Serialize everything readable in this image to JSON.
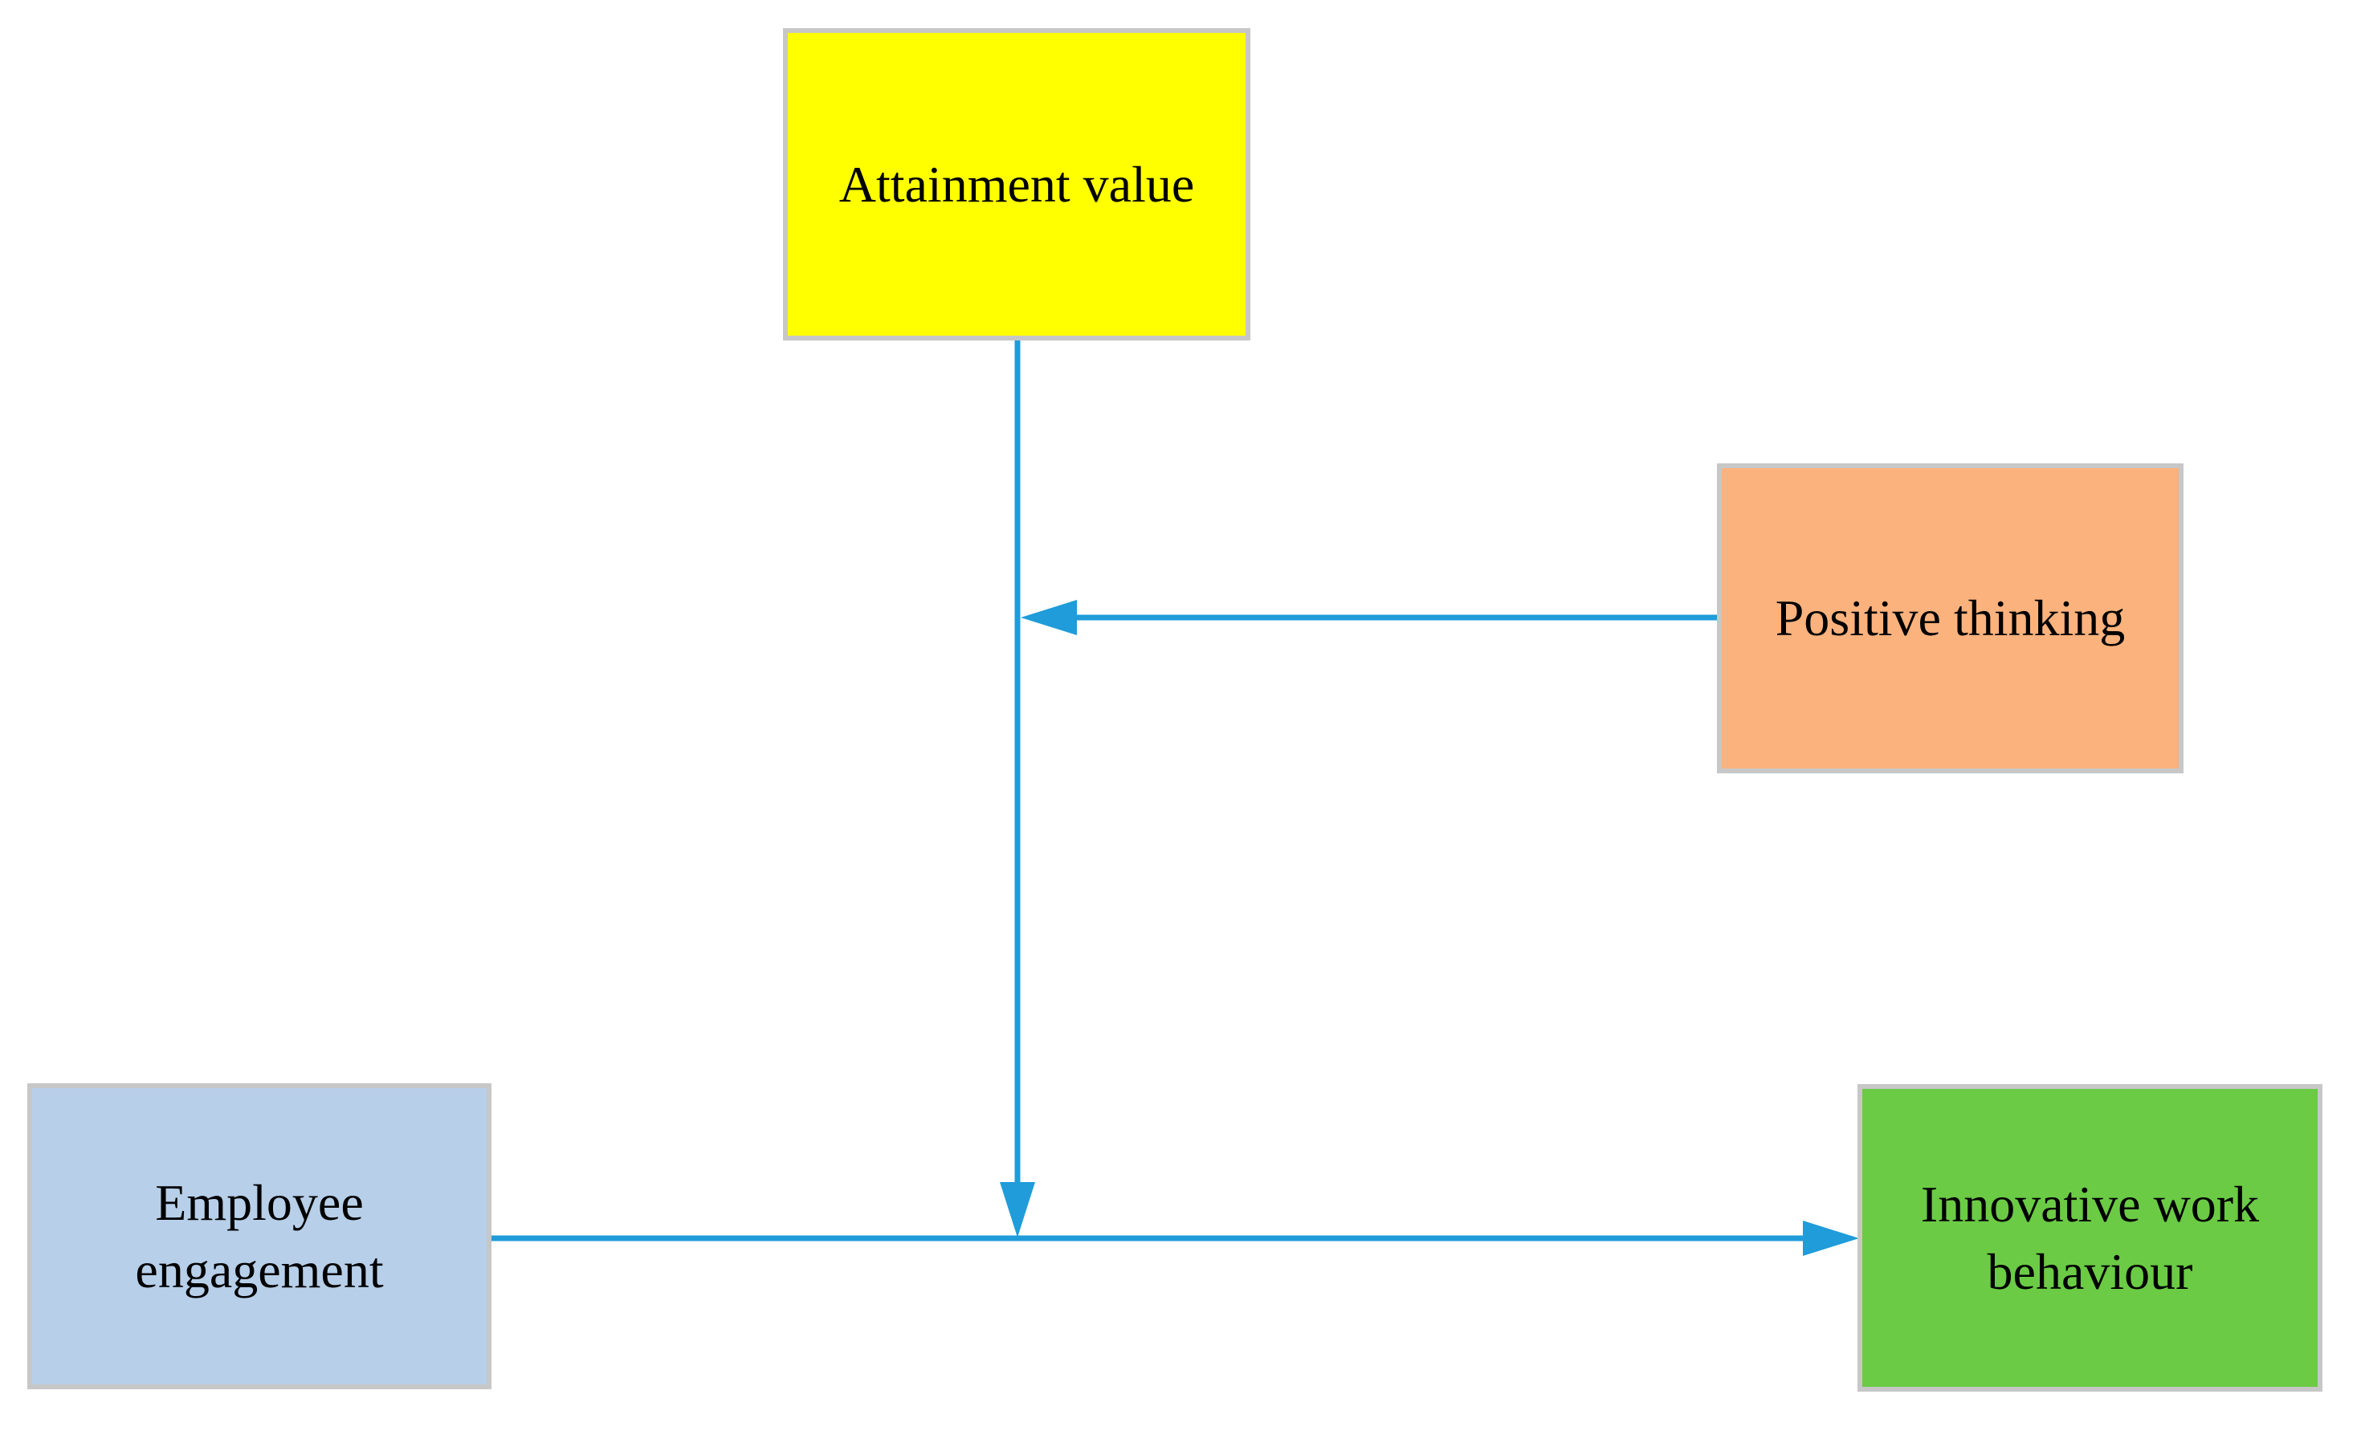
{
  "figure": {
    "type": "moderation-model-diagram",
    "background": "#FFFFFF"
  },
  "colors": {
    "arrow": "#1F9CD9",
    "node_border": "#C7C7C7",
    "text": "#000000"
  },
  "nodes": [
    {
      "id": "attainment-value",
      "label": "Attainment value",
      "fill": "#FFFF00"
    },
    {
      "id": "positive-thinking",
      "label": "Positive thinking",
      "fill": "#FBB27D"
    },
    {
      "id": "employee-engagement",
      "label": "Employee engagement",
      "fill": "#B7CFE9"
    },
    {
      "id": "innovative-work-behaviour",
      "label": "Innovative work behaviour",
      "fill": "#6BCB45"
    }
  ],
  "edges": [
    {
      "from": "employee-engagement",
      "to": "innovative-work-behaviour",
      "type": "arrow"
    },
    {
      "from": "attainment-value",
      "to": "arrow employee-engagement to innovative-work-behaviour",
      "type": "arrow"
    },
    {
      "from": "positive-thinking",
      "to": "arrow attainment-value moderation line",
      "type": "arrow"
    }
  ]
}
